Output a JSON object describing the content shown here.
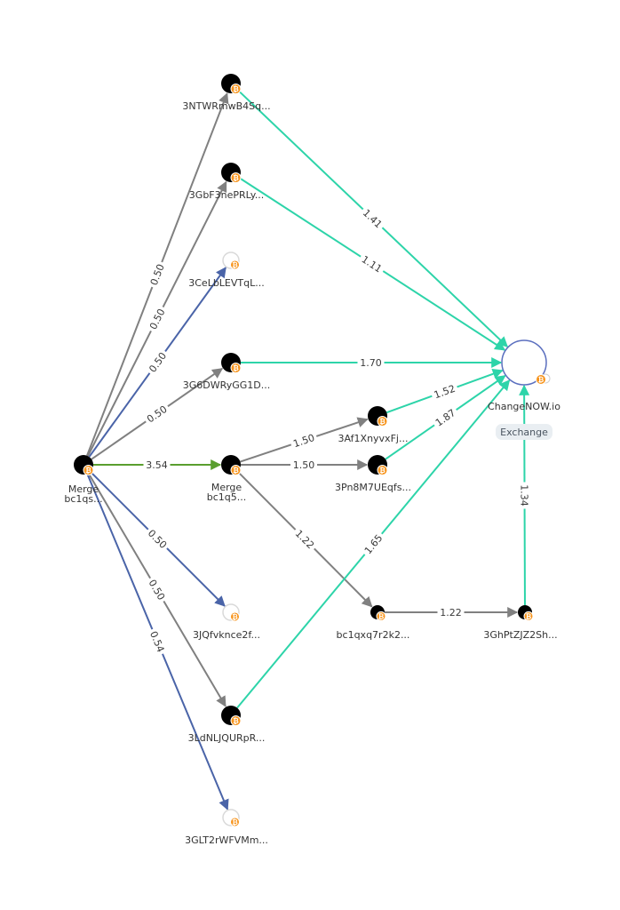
{
  "colors": {
    "edge_gray": "#808080",
    "edge_blue": "#4a64a8",
    "edge_teal": "#2dd4a9",
    "edge_green": "#5a9e2f",
    "node_black": "#000000",
    "btc_orange": "#f7931a",
    "exchange_ring": "#5b6fbf",
    "badge_bg": "#e9eef2"
  },
  "nodes": [
    {
      "id": "src",
      "style": "black",
      "labels": [
        "Merge",
        "bc1qs..."
      ]
    },
    {
      "id": "n3NTW",
      "style": "black",
      "labels": [
        "3NTWRmwB4Sq..."
      ]
    },
    {
      "id": "n3GbF",
      "style": "black",
      "labels": [
        "3GbF3nePRLy..."
      ]
    },
    {
      "id": "n3CeL",
      "style": "empty",
      "labels": [
        "3CeLbLEVTqL..."
      ]
    },
    {
      "id": "n3G6D",
      "style": "black",
      "labels": [
        "3G6DWRyGG1D..."
      ]
    },
    {
      "id": "merge2",
      "style": "black",
      "labels": [
        "Merge",
        "bc1q5..."
      ]
    },
    {
      "id": "n3Af1",
      "style": "black",
      "labels": [
        "3Af1XnyvxFj..."
      ]
    },
    {
      "id": "n3Pn8",
      "style": "black",
      "labels": [
        "3Pn8M7UEqfs..."
      ]
    },
    {
      "id": "n3JQf",
      "style": "empty",
      "labels": [
        "3JQfvknce2f..."
      ]
    },
    {
      "id": "n3LdN",
      "style": "black",
      "labels": [
        "3LdNLJQURpR..."
      ]
    },
    {
      "id": "n3GLT",
      "style": "empty",
      "labels": [
        "3GLT2rWFVMm..."
      ]
    },
    {
      "id": "bc1qxq",
      "style": "black",
      "labels": [
        "bc1qxq7r2k2..."
      ]
    },
    {
      "id": "n3GhP",
      "style": "black",
      "labels": [
        "3GhPtZJZ2Sh..."
      ]
    },
    {
      "id": "changenow",
      "style": "exchange",
      "labels": [
        "ChangeNOW.io"
      ],
      "badge": "Exchange"
    }
  ],
  "edges": [
    {
      "from": "src",
      "to": "n3NTW",
      "value": "0.50",
      "color": "gray"
    },
    {
      "from": "src",
      "to": "n3GbF",
      "value": "0.50",
      "color": "gray"
    },
    {
      "from": "src",
      "to": "n3CeL",
      "value": "0.50",
      "color": "blue"
    },
    {
      "from": "src",
      "to": "n3G6D",
      "value": "0.50",
      "color": "gray"
    },
    {
      "from": "src",
      "to": "merge2",
      "value": "3.54",
      "color": "green"
    },
    {
      "from": "src",
      "to": "n3JQf",
      "value": "0.50",
      "color": "blue"
    },
    {
      "from": "src",
      "to": "n3LdN",
      "value": "0.50",
      "color": "gray"
    },
    {
      "from": "src",
      "to": "n3GLT",
      "value": "0.54",
      "color": "blue"
    },
    {
      "from": "n3NTW",
      "to": "changenow",
      "value": "1.41",
      "color": "teal"
    },
    {
      "from": "n3GbF",
      "to": "changenow",
      "value": "1.11",
      "color": "teal"
    },
    {
      "from": "n3G6D",
      "to": "changenow",
      "value": "1.70",
      "color": "teal"
    },
    {
      "from": "merge2",
      "to": "n3Af1",
      "value": "1.50",
      "color": "gray"
    },
    {
      "from": "merge2",
      "to": "n3Pn8",
      "value": "1.50",
      "color": "gray"
    },
    {
      "from": "merge2",
      "to": "bc1qxq",
      "value": "1.22",
      "color": "gray"
    },
    {
      "from": "n3Af1",
      "to": "changenow",
      "value": "1.52",
      "color": "teal"
    },
    {
      "from": "n3Pn8",
      "to": "changenow",
      "value": "1.87",
      "color": "teal"
    },
    {
      "from": "n3LdN",
      "to": "changenow",
      "value": "1.65",
      "color": "teal"
    },
    {
      "from": "bc1qxq",
      "to": "n3GhP",
      "value": "1.22",
      "color": "gray"
    },
    {
      "from": "n3GhP",
      "to": "changenow",
      "value": "1.34",
      "color": "teal"
    }
  ]
}
